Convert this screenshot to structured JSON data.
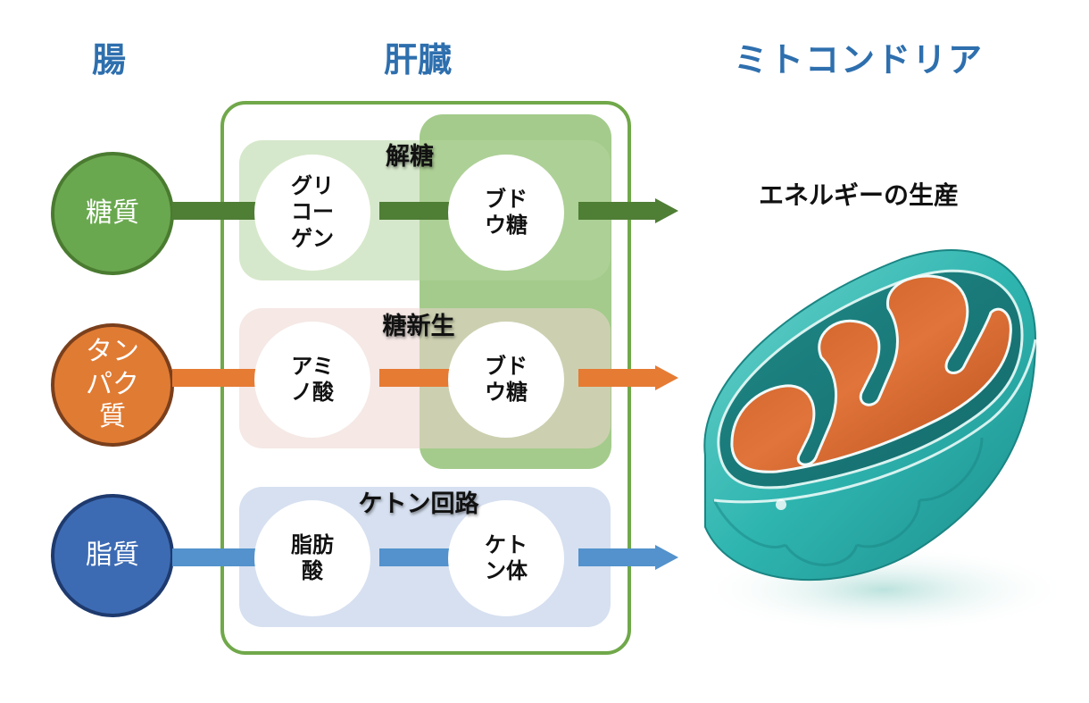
{
  "titles": {
    "gut": "腸",
    "liver": "肝臓",
    "mitochondria": "ミトコンドリア"
  },
  "colors": {
    "title_blue": "#2e6fae",
    "liver_border": "#70a84a",
    "glycolysis_overlay": "#a4cb8b",
    "carb": "#6aa84f",
    "carb_border": "#4a7b30",
    "carb_arrow": "#4f7e35",
    "carb_band": "#d5e8c9",
    "protein": "#e07b33",
    "protein_border": "#7a3f1c",
    "protein_arrow": "#e67b34",
    "protein_band": "#f2e6e3",
    "fat": "#3d6bb3",
    "fat_border": "#1e3a6e",
    "fat_arrow": "#5392cc",
    "fat_band": "#d6e0f0",
    "mito_body": "#2fb5b0",
    "mito_cristae": "#d9652a"
  },
  "nutrients": [
    {
      "id": "carb",
      "label": "糖質"
    },
    {
      "id": "protein",
      "label": "タンパク質"
    },
    {
      "id": "fat",
      "label": "脂質"
    }
  ],
  "pathways": [
    {
      "id": "glycolysis",
      "label": "解糖",
      "source": "グリコーゲン",
      "product": "ブドウ糖"
    },
    {
      "id": "gluconeogenesis",
      "label": "糖新生",
      "source": "アミノ酸",
      "product": "ブドウ糖"
    },
    {
      "id": "ketone",
      "label": "ケトン回路",
      "source": "脂肪酸",
      "product": "ケトン体"
    }
  ],
  "mitochondria": {
    "caption": "エネルギーの生産",
    "icon": "mitochondrion-illustration"
  }
}
